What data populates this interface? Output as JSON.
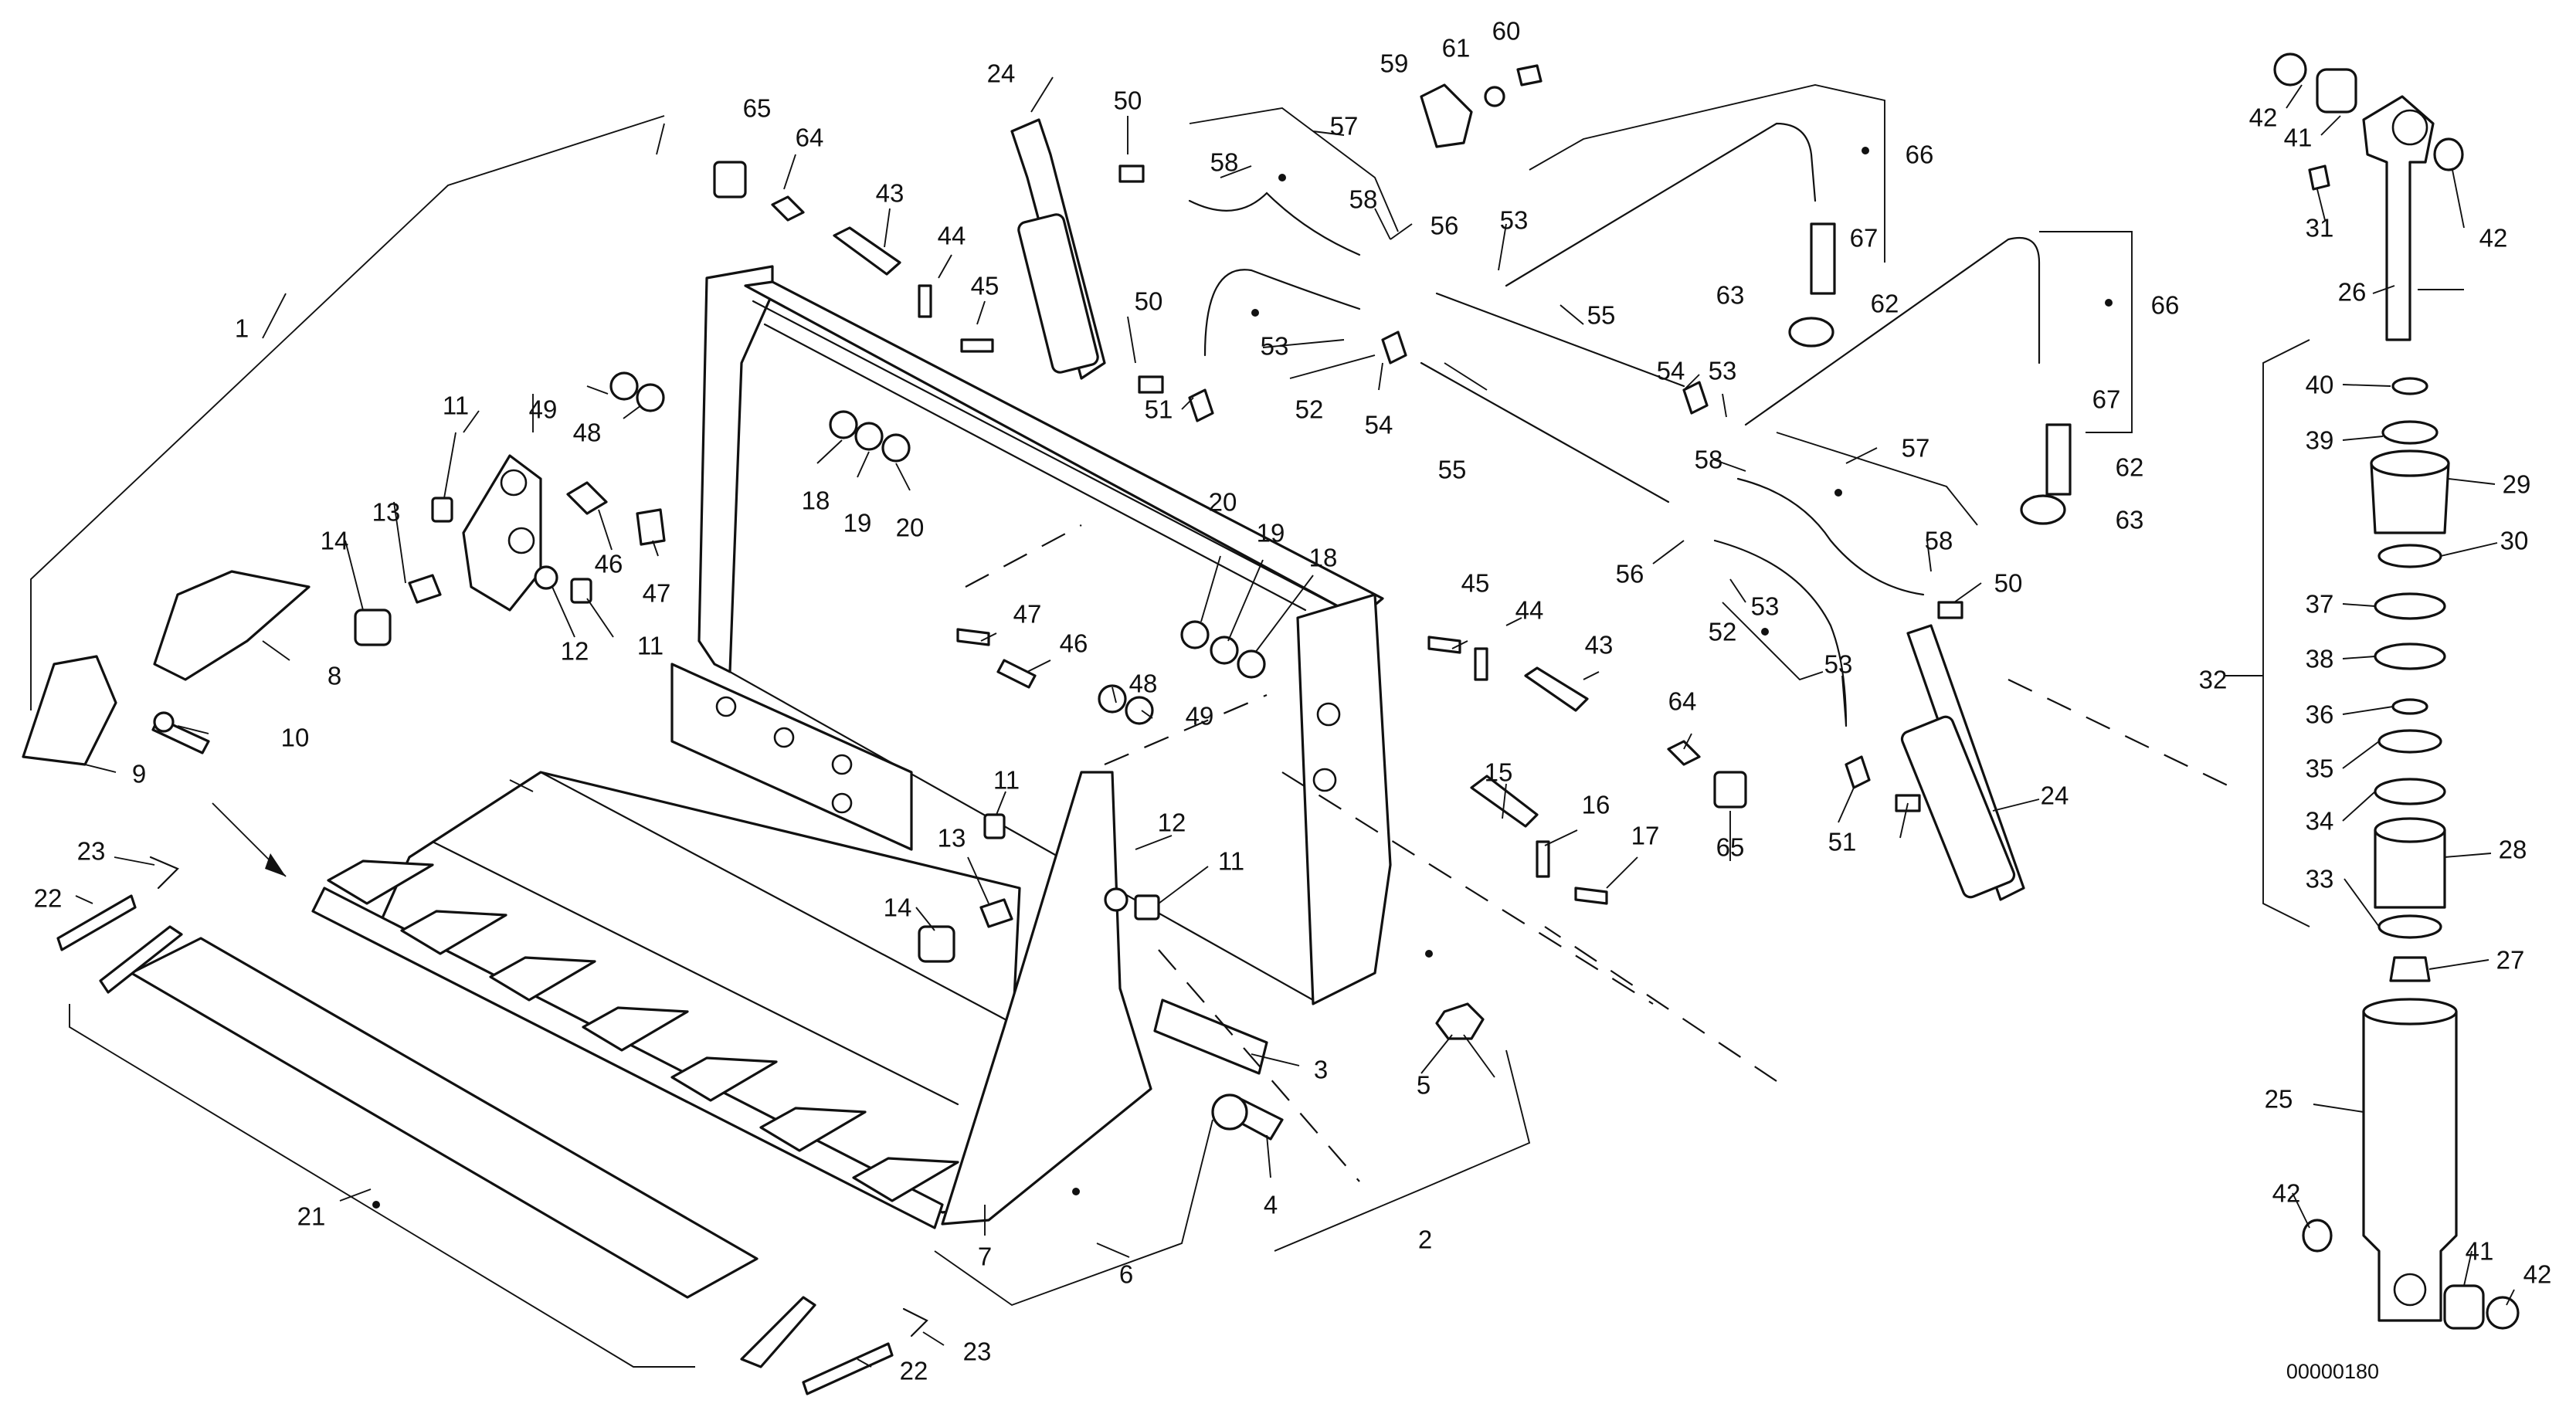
{
  "document_number": "00000180",
  "callouts": [
    {
      "id": "c-1",
      "label": "1"
    },
    {
      "id": "c-2",
      "label": "2"
    },
    {
      "id": "c-3",
      "label": "3"
    },
    {
      "id": "c-4",
      "label": "4"
    },
    {
      "id": "c-5",
      "label": "5"
    },
    {
      "id": "c-6",
      "label": "6"
    },
    {
      "id": "c-7",
      "label": "7"
    },
    {
      "id": "c-8",
      "label": "8"
    },
    {
      "id": "c-9",
      "label": "9"
    },
    {
      "id": "c-10",
      "label": "10"
    },
    {
      "id": "c-11a",
      "label": "11"
    },
    {
      "id": "c-11b",
      "label": "11"
    },
    {
      "id": "c-11c",
      "label": "11"
    },
    {
      "id": "c-11d",
      "label": "11"
    },
    {
      "id": "c-12a",
      "label": "12"
    },
    {
      "id": "c-12b",
      "label": "12"
    },
    {
      "id": "c-13a",
      "label": "13"
    },
    {
      "id": "c-13b",
      "label": "13"
    },
    {
      "id": "c-14a",
      "label": "14"
    },
    {
      "id": "c-14b",
      "label": "14"
    },
    {
      "id": "c-15",
      "label": "15"
    },
    {
      "id": "c-16",
      "label": "16"
    },
    {
      "id": "c-17",
      "label": "17"
    },
    {
      "id": "c-18a",
      "label": "18"
    },
    {
      "id": "c-18b",
      "label": "18"
    },
    {
      "id": "c-19a",
      "label": "19"
    },
    {
      "id": "c-19b",
      "label": "19"
    },
    {
      "id": "c-20a",
      "label": "20"
    },
    {
      "id": "c-20b",
      "label": "20"
    },
    {
      "id": "c-21",
      "label": "21"
    },
    {
      "id": "c-22a",
      "label": "22"
    },
    {
      "id": "c-22b",
      "label": "22"
    },
    {
      "id": "c-23a",
      "label": "23"
    },
    {
      "id": "c-23b",
      "label": "23"
    },
    {
      "id": "c-24a",
      "label": "24"
    },
    {
      "id": "c-24b",
      "label": "24"
    },
    {
      "id": "c-25",
      "label": "25"
    },
    {
      "id": "c-26",
      "label": "26"
    },
    {
      "id": "c-27",
      "label": "27"
    },
    {
      "id": "c-28",
      "label": "28"
    },
    {
      "id": "c-29",
      "label": "29"
    },
    {
      "id": "c-30",
      "label": "30"
    },
    {
      "id": "c-31",
      "label": "31"
    },
    {
      "id": "c-32",
      "label": "32"
    },
    {
      "id": "c-33",
      "label": "33"
    },
    {
      "id": "c-34",
      "label": "34"
    },
    {
      "id": "c-35",
      "label": "35"
    },
    {
      "id": "c-36",
      "label": "36"
    },
    {
      "id": "c-37",
      "label": "37"
    },
    {
      "id": "c-38",
      "label": "38"
    },
    {
      "id": "c-39",
      "label": "39"
    },
    {
      "id": "c-40",
      "label": "40"
    },
    {
      "id": "c-41a",
      "label": "41"
    },
    {
      "id": "c-41b",
      "label": "41"
    },
    {
      "id": "c-42a",
      "label": "42"
    },
    {
      "id": "c-42b",
      "label": "42"
    },
    {
      "id": "c-42c",
      "label": "42"
    },
    {
      "id": "c-42d",
      "label": "42"
    },
    {
      "id": "c-43a",
      "label": "43"
    },
    {
      "id": "c-43b",
      "label": "43"
    },
    {
      "id": "c-44a",
      "label": "44"
    },
    {
      "id": "c-44b",
      "label": "44"
    },
    {
      "id": "c-45a",
      "label": "45"
    },
    {
      "id": "c-45b",
      "label": "45"
    },
    {
      "id": "c-46a",
      "label": "46"
    },
    {
      "id": "c-46b",
      "label": "46"
    },
    {
      "id": "c-47a",
      "label": "47"
    },
    {
      "id": "c-47b",
      "label": "47"
    },
    {
      "id": "c-48a",
      "label": "48"
    },
    {
      "id": "c-48b",
      "label": "48"
    },
    {
      "id": "c-49a",
      "label": "49"
    },
    {
      "id": "c-49b",
      "label": "49"
    },
    {
      "id": "c-50a",
      "label": "50"
    },
    {
      "id": "c-50b",
      "label": "50"
    },
    {
      "id": "c-50c",
      "label": "50"
    },
    {
      "id": "c-51a",
      "label": "51"
    },
    {
      "id": "c-51b",
      "label": "51"
    },
    {
      "id": "c-52a",
      "label": "52"
    },
    {
      "id": "c-52b",
      "label": "52"
    },
    {
      "id": "c-53a",
      "label": "53"
    },
    {
      "id": "c-53b",
      "label": "53"
    },
    {
      "id": "c-53c",
      "label": "53"
    },
    {
      "id": "c-53d",
      "label": "53"
    },
    {
      "id": "c-53e",
      "label": "53"
    },
    {
      "id": "c-54a",
      "label": "54"
    },
    {
      "id": "c-54b",
      "label": "54"
    },
    {
      "id": "c-55a",
      "label": "55"
    },
    {
      "id": "c-55b",
      "label": "55"
    },
    {
      "id": "c-56a",
      "label": "56"
    },
    {
      "id": "c-56b",
      "label": "56"
    },
    {
      "id": "c-57a",
      "label": "57"
    },
    {
      "id": "c-57b",
      "label": "57"
    },
    {
      "id": "c-58a",
      "label": "58"
    },
    {
      "id": "c-58b",
      "label": "58"
    },
    {
      "id": "c-58c",
      "label": "58"
    },
    {
      "id": "c-58d",
      "label": "58"
    },
    {
      "id": "c-59",
      "label": "59"
    },
    {
      "id": "c-60",
      "label": "60"
    },
    {
      "id": "c-61",
      "label": "61"
    },
    {
      "id": "c-62a",
      "label": "62"
    },
    {
      "id": "c-62b",
      "label": "62"
    },
    {
      "id": "c-63a",
      "label": "63"
    },
    {
      "id": "c-63b",
      "label": "63"
    },
    {
      "id": "c-64a",
      "label": "64"
    },
    {
      "id": "c-64b",
      "label": "64"
    },
    {
      "id": "c-65a",
      "label": "65"
    },
    {
      "id": "c-65b",
      "label": "65"
    },
    {
      "id": "c-66a",
      "label": "66"
    },
    {
      "id": "c-66b",
      "label": "66"
    },
    {
      "id": "c-67a",
      "label": "67"
    },
    {
      "id": "c-67b",
      "label": "67"
    }
  ]
}
